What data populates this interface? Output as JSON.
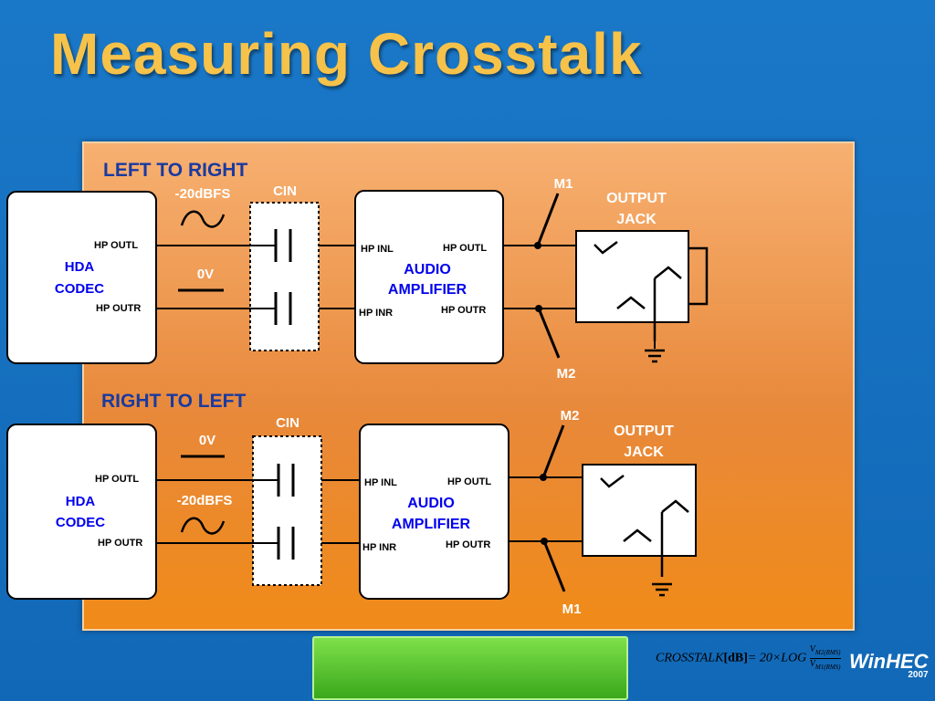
{
  "slide": {
    "title": "Measuring Crosstalk",
    "colors": {
      "background": "#1a78c8",
      "title": "#f6c24a",
      "panel": "#f7b071",
      "label_blue": "#1a3aa0",
      "codec_text": "#0000ee",
      "button": "#5cc836"
    }
  },
  "top": {
    "heading": "LEFT TO RIGHT",
    "signal_label": "-20dBFS",
    "zero_label": "0V",
    "cin_label": "CIN",
    "codec_name_1": "HDA",
    "codec_name_2": "CODEC",
    "codec_outl": "HP OUTL",
    "codec_outr": "HP OUTR",
    "amp_name_1": "AUDIO",
    "amp_name_2": "AMPLIFIER",
    "amp_inl": "HP INL",
    "amp_inr": "HP INR",
    "amp_outl": "HP OUTL",
    "amp_outr": "HP OUTR",
    "jack_1": "OUTPUT",
    "jack_2": "JACK",
    "m_top": "M1",
    "m_bottom": "M2"
  },
  "bottom": {
    "heading": "RIGHT TO LEFT",
    "signal_label": "-20dBFS",
    "zero_label": "0V",
    "cin_label": "CIN",
    "codec_name_1": "HDA",
    "codec_name_2": "CODEC",
    "codec_outl": "HP OUTL",
    "codec_outr": "HP OUTR",
    "amp_name_1": "AUDIO",
    "amp_name_2": "AMPLIFIER",
    "amp_inl": "HP INL",
    "amp_inr": "HP INR",
    "amp_outl": "HP OUTL",
    "amp_outr": "HP OUTR",
    "jack_1": "OUTPUT",
    "jack_2": "JACK",
    "m_top": "M2",
    "m_bottom": "M1"
  },
  "formula": {
    "lhs": "CROSSTALK",
    "unit": "[dB]",
    "rhs": "= 20×LOG",
    "numerator": "V",
    "numerator_sub": "M2(RMS)",
    "denominator": "V",
    "denominator_sub": "M1(RMS)"
  },
  "logo": {
    "text": "WinHEC",
    "year": "2007"
  }
}
